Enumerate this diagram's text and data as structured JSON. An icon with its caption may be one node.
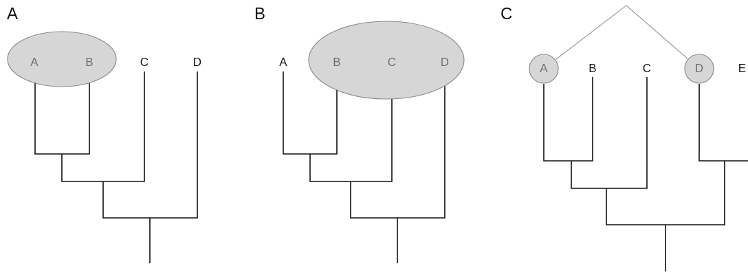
{
  "diagram": {
    "nodes": [
      {
        "text": [],
        "shape": "ellipse"
      },
      {
        "text": [
          "A"
        ],
        "in": 0
      },
      {
        "text": [
          "B"
        ],
        "in": 0
      },
      {
        "text": [
          "C"
        ]
      },
      {
        "text": [
          "D"
        ]
      },
      {
        "text": [
          "A"
        ]
      },
      {
        "text": [],
        "shape": "ellipse"
      },
      {
        "text": [
          "B"
        ],
        "in": 6
      },
      {
        "text": [
          "C"
        ],
        "in": 6
      },
      {
        "text": [
          "D"
        ],
        "in": 6
      },
      {
        "text": [
          "A"
        ]
      },
      {
        "text": [
          "B"
        ]
      },
      {
        "text": [
          "C"
        ]
      },
      {
        "text": [
          "D"
        ]
      },
      {
        "text": [
          "E"
        ]
      }
    ],
    "edges": [
      {
        "from": 10,
        "to": 13,
        "arrow": "none",
        "color": "#a0a0a0"
      }
    ],
    "labels": [
      "A",
      "B",
      "C"
    ]
  }
}
